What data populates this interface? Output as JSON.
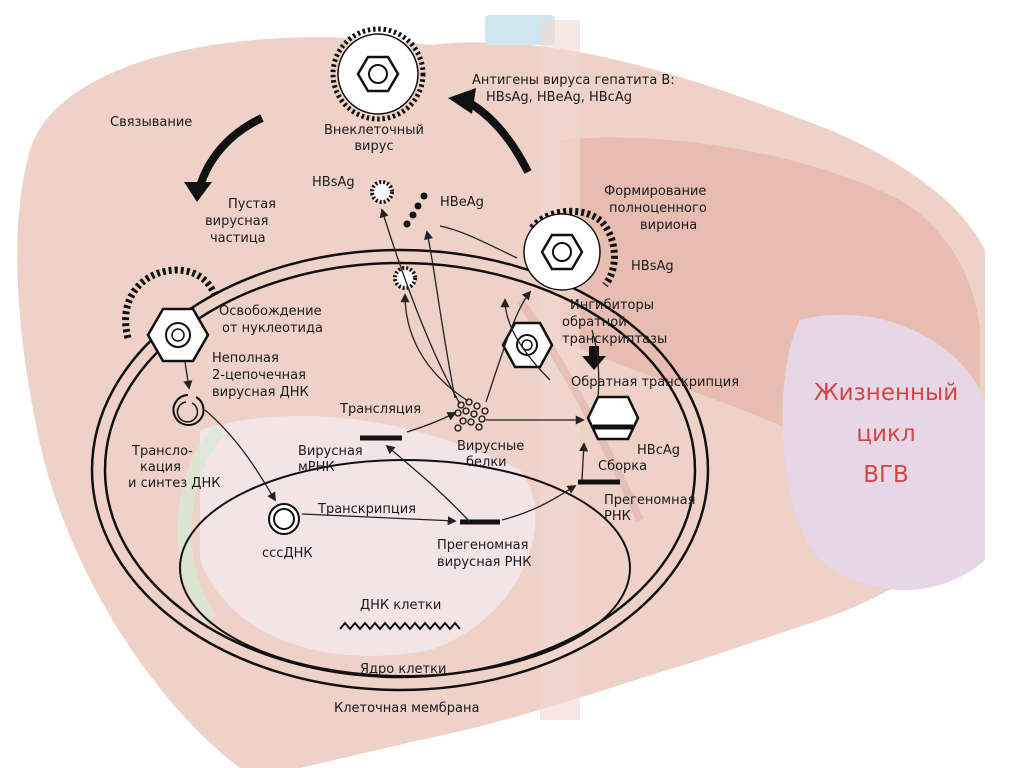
{
  "labels": {
    "antigens_line1": "Антигены вируса гепатита В:",
    "antigens_line2": "HBsAg, HBeAg, HBcAg",
    "binding": "Связывание",
    "extracellular_1": "Внеклеточный",
    "extracellular_2": "вирус",
    "empty_1": "Пустая",
    "empty_2": "вирусная",
    "empty_3": "частица",
    "hbsag_top": "HBsAg",
    "hbeag_top": "HBeAg",
    "formation_1": "Формирование",
    "formation_2": "полноценного",
    "formation_3": "вириона",
    "hbsag_right": "HBsAg",
    "release_1": "Освобождение",
    "release_2": "от нуклеотида",
    "incomplete_1": "Неполная",
    "incomplete_2": "2-цепочечная",
    "incomplete_3": "вирусная ДНК",
    "inhibitors_1": "Ингибиторы",
    "inhibitors_2": "обратной",
    "inhibitors_3": "транскриптазы",
    "reverse_transcription": "Обратная транскрипция",
    "translation": "Трансляция",
    "viral_mrna_1": "Вирусная",
    "viral_mrna_2": "мРНК",
    "viral_proteins_1": "Вирусные",
    "viral_proteins_2": "белки",
    "hbcag": "HBcAg",
    "assembly": "Сборка",
    "translocation_1": "Трансло-",
    "translocation_2": "кация",
    "translocation_3": "и синтез ДНК",
    "transcription": "Транскрипция",
    "pregenomic_1": "Прегеномная",
    "pregenomic_2": "РНК",
    "cccdna": "cccДНК",
    "pregenomic_viral_1": "Прегеномная",
    "pregenomic_viral_2": "вирусная РНК",
    "cell_dna": "ДНК клетки",
    "cell_nucleus": "Ядро клетки",
    "cell_membrane": "Клеточная мембрана"
  },
  "side_title": {
    "line1": "Жизненный",
    "line2": "цикл",
    "line3": "ВГВ"
  }
}
